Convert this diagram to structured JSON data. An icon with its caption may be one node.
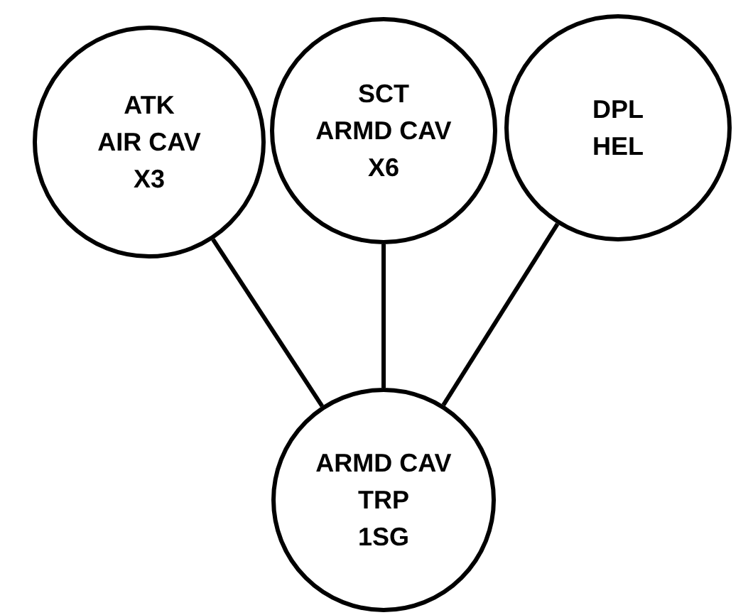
{
  "diagram": {
    "nodes": [
      {
        "text": [
          "ATK",
          "AIR CAV",
          "X3"
        ]
      },
      {
        "text": [
          "SCT",
          "ARMD CAV",
          "X6"
        ]
      },
      {
        "text": [
          "DPL",
          "HEL"
        ]
      },
      {
        "text": [
          "ARMD CAV",
          "TRP",
          "1SG"
        ]
      }
    ],
    "edges": [
      {
        "from": 0,
        "to": 3,
        "arrow": "none"
      },
      {
        "from": 1,
        "to": 3,
        "arrow": "none"
      },
      {
        "from": 2,
        "to": 3,
        "arrow": "none"
      }
    ]
  }
}
